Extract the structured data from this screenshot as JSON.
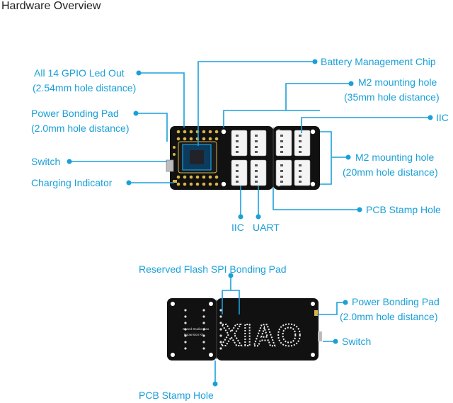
{
  "title": "Hardware Overview",
  "top_labels": {
    "gpio_line1": "All 14 GPIO Led Out",
    "gpio_line2": "(2.54mm hole distance)",
    "power_line1": "Power Bonding Pad",
    "power_line2": "(2.0mm hole distance)",
    "switch": "Switch",
    "charging": "Charging Indicator",
    "battery": "Battery Management Chip",
    "m2_35_line1": "M2 mounting hole",
    "m2_35_line2": "(35mm hole distance)",
    "iic_right": "IIC",
    "m2_20_line1": "M2 mounting hole",
    "m2_20_line2": "(20mm hole distance)",
    "pcb_stamp": "PCB Stamp Hole",
    "iic_bottom": "IIC",
    "uart": "UART"
  },
  "bottom_labels": {
    "flash": "Reserved Flash SPI Bonding Pad",
    "power_line1": "Power Bonding Pad",
    "power_line2": "(2.0mm hole distance)",
    "switch": "Switch",
    "pcb_stamp": "PCB Stamp Hole"
  },
  "board_text": {
    "logo": "XIAO",
    "brand_line1": "Seeed Studio Xiao",
    "brand_line2": "Expansion Kit"
  },
  "colors": {
    "accent": "#1aa0d8",
    "board": "#111111",
    "title": "#222222"
  }
}
